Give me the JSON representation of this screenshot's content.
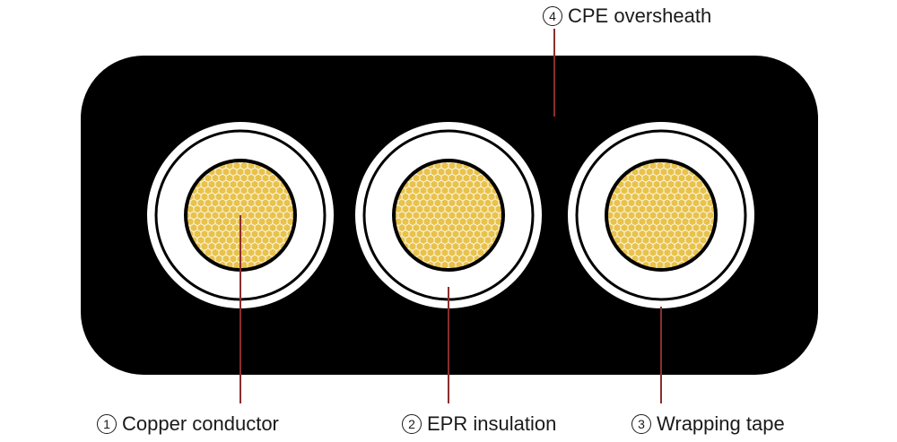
{
  "labels": {
    "sheath": {
      "num": "4",
      "text": "CPE oversheath"
    },
    "conductor": {
      "num": "1",
      "text": "Copper conductor"
    },
    "insulation": {
      "num": "2",
      "text": "EPR insulation"
    },
    "tape": {
      "num": "3",
      "text": "Wrapping tape"
    }
  },
  "colors": {
    "sheath": "#000000",
    "insulation": "#ffffff",
    "conductor": "#e8c24a",
    "conductor_mesh": "#ffffff",
    "leader": "#8b2e2e"
  }
}
